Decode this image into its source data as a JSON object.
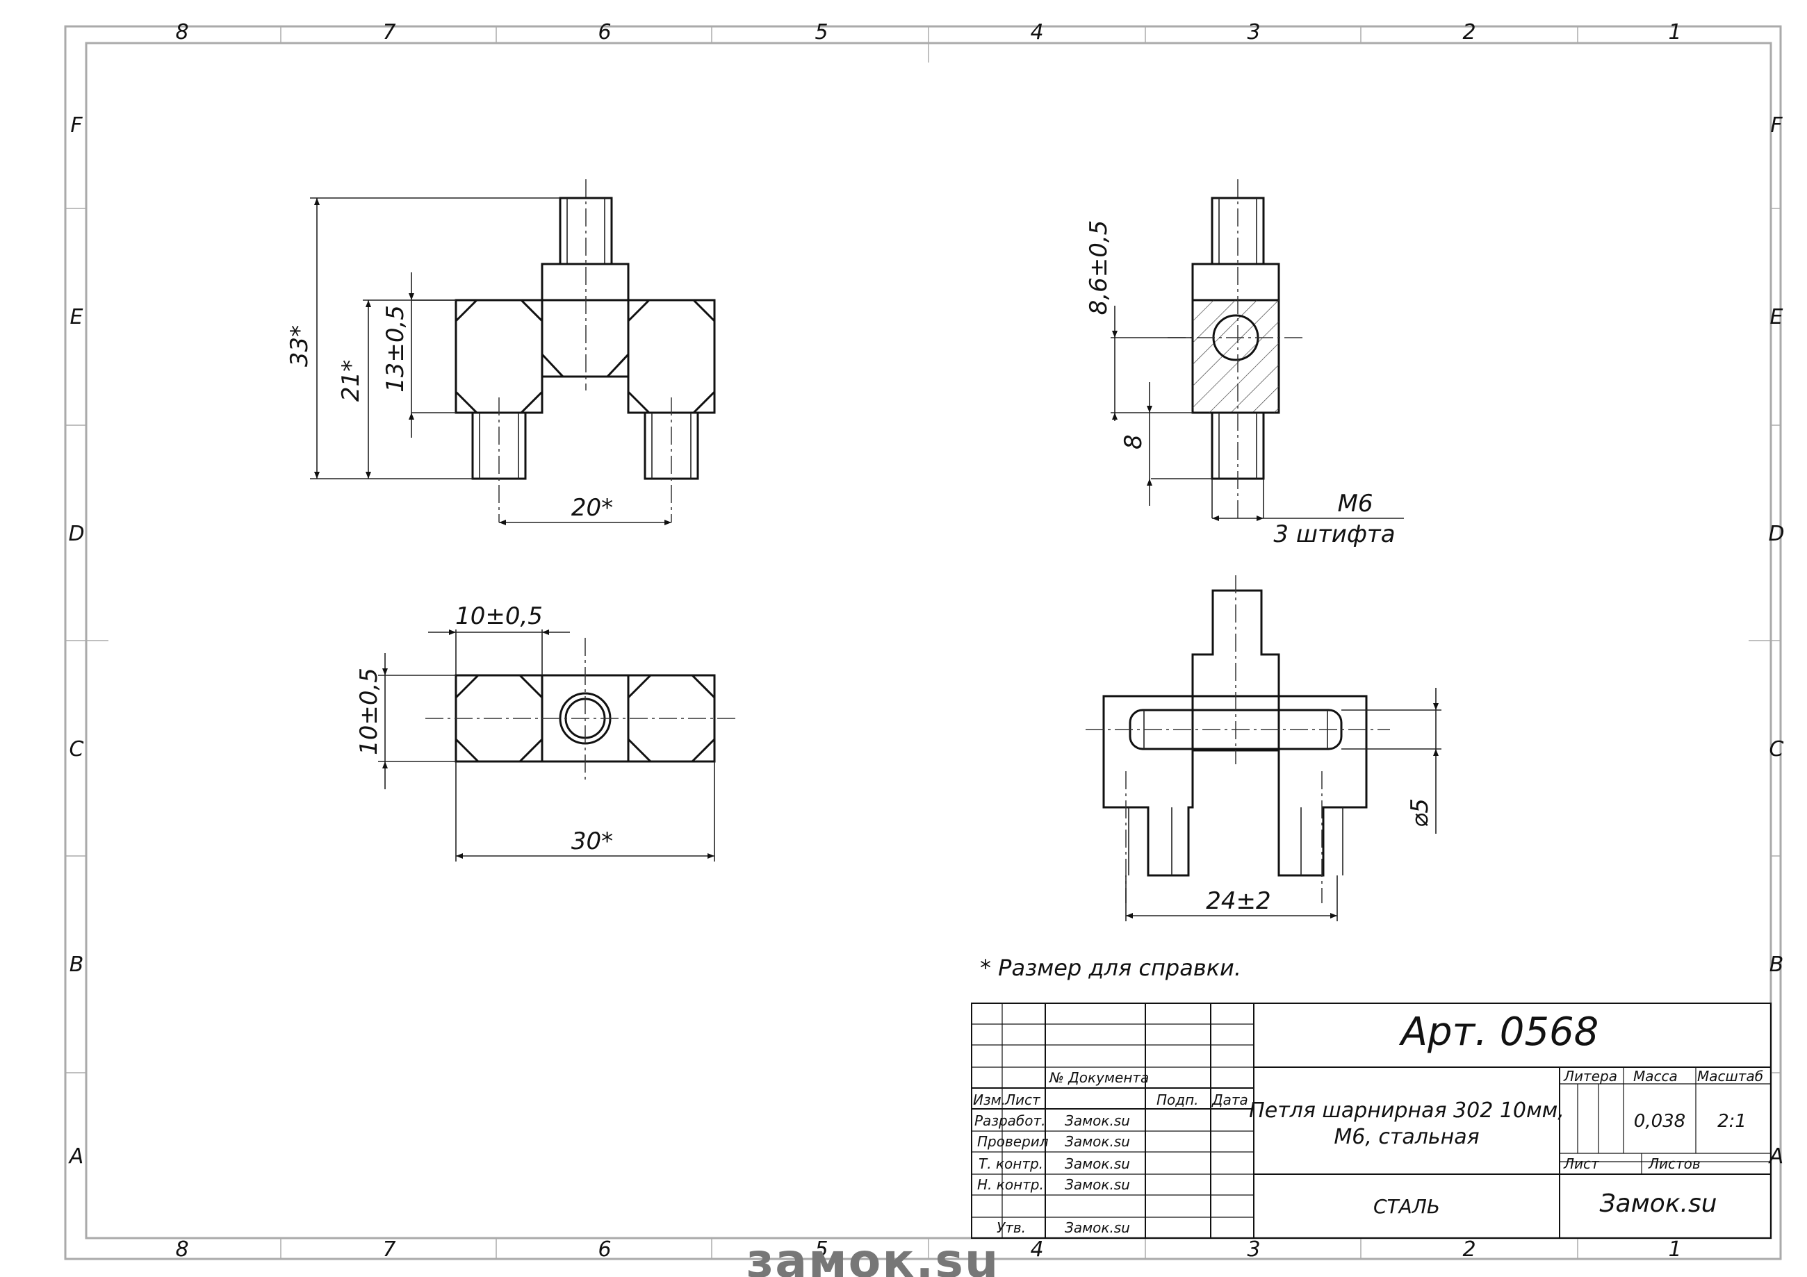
{
  "frame": {
    "columns_top": [
      "8",
      "7",
      "6",
      "5",
      "4",
      "3",
      "2",
      "1"
    ],
    "columns_bottom": [
      "8",
      "7",
      "6",
      "5",
      "4",
      "3",
      "2",
      "1"
    ],
    "rows_left": [
      "F",
      "E",
      "D",
      "C",
      "B",
      "A"
    ],
    "rows_right": [
      "F",
      "E",
      "D",
      "C",
      "B",
      "A"
    ]
  },
  "dimensions": {
    "front_total_height": "33*",
    "front_body_height": "21*",
    "front_knuckle_height": "13±0,5",
    "front_pin_spacing": "20*",
    "side_offset": "8,6±0,5",
    "side_pin_length": "8",
    "thread_label": "M6",
    "thread_note": "3 штифта",
    "top_knuckle_width": "10±0,5",
    "top_depth": "10±0,5",
    "top_total_width": "30*",
    "section_pin_diameter": "⌀5",
    "section_pin_spacing": "24±2"
  },
  "note": "* Размер для справки.",
  "title_block": {
    "article": "Арт. 0568",
    "name_line1": "Петля шарнирная 302 10мм,",
    "name_line2": "М6, стальная",
    "material": "СТАЛЬ",
    "company": "Замок.su",
    "headers": {
      "izm": "Изм.",
      "list": "Лист",
      "doc_no": "№ Документа",
      "sign": "Подп.",
      "date": "Дата",
      "litera": "Литера",
      "mass": "Масса",
      "scale": "Масштаб",
      "sheet": "Лист",
      "sheets": "Листов"
    },
    "mass_value": "0,038",
    "scale_value": "2:1",
    "roles": [
      {
        "role": "Разработ.",
        "name": "Замок.su"
      },
      {
        "role": "Проверил",
        "name": "Замок.su"
      },
      {
        "role": "Т. контр.",
        "name": "Замок.su"
      },
      {
        "role": "Н. контр.",
        "name": "Замок.su"
      },
      {
        "role": "Утв.",
        "name": "Замок.su"
      }
    ]
  },
  "watermark": "замок.su"
}
